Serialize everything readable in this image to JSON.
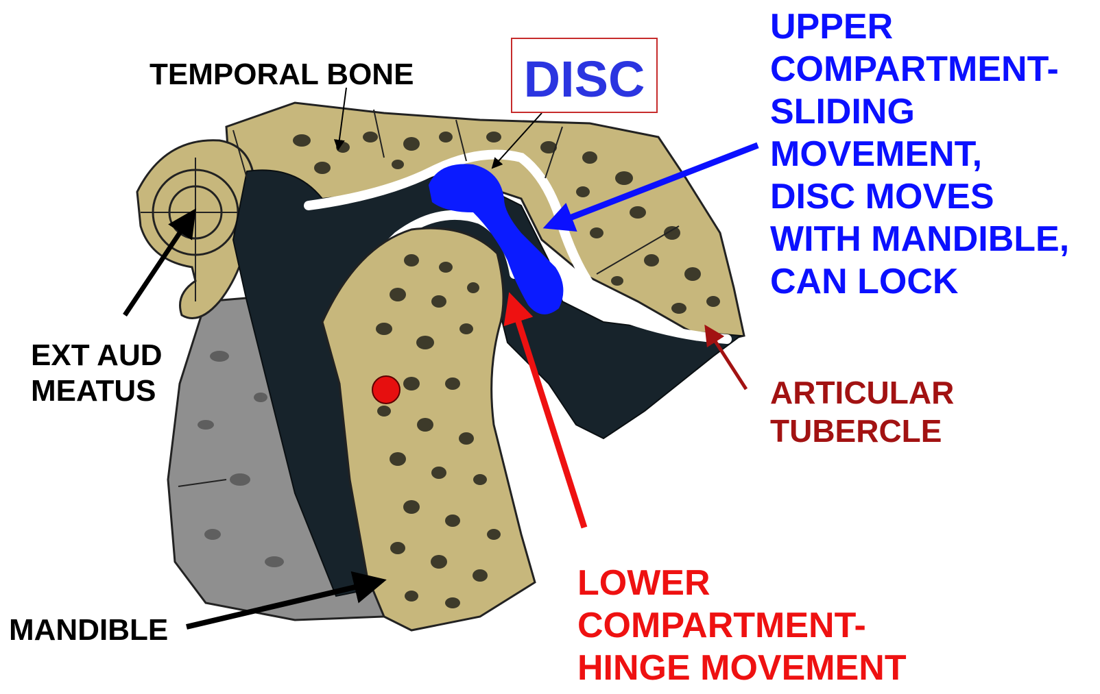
{
  "labels": {
    "temporal_bone": "TEMPORAL  BONE",
    "disc": "DISC",
    "upper_compartment": [
      "UPPER",
      "COMPARTMENT-",
      "SLIDING",
      "MOVEMENT,",
      "DISC MOVES",
      "WITH MANDIBLE,",
      "CAN LOCK"
    ],
    "ext_aud_meatus": [
      "EXT AUD",
      "MEATUS"
    ],
    "articular_tubercle": [
      "ARTICULAR",
      "TUBERCLE"
    ],
    "mandible": "MANDIBLE",
    "lower_compartment": [
      "LOWER",
      "COMPARTMENT-",
      "HINGE MOVEMENT"
    ]
  },
  "colors": {
    "bone": "#c7b77c",
    "bone_pores": "#3d3a2a",
    "ligament": "#17232b",
    "disc": "#0b1bff",
    "upper_label": "#0b10ff",
    "lower_label": "#ee1111",
    "tubercle_label": "#a21212",
    "gray_tissue": "#8f8f8f"
  }
}
